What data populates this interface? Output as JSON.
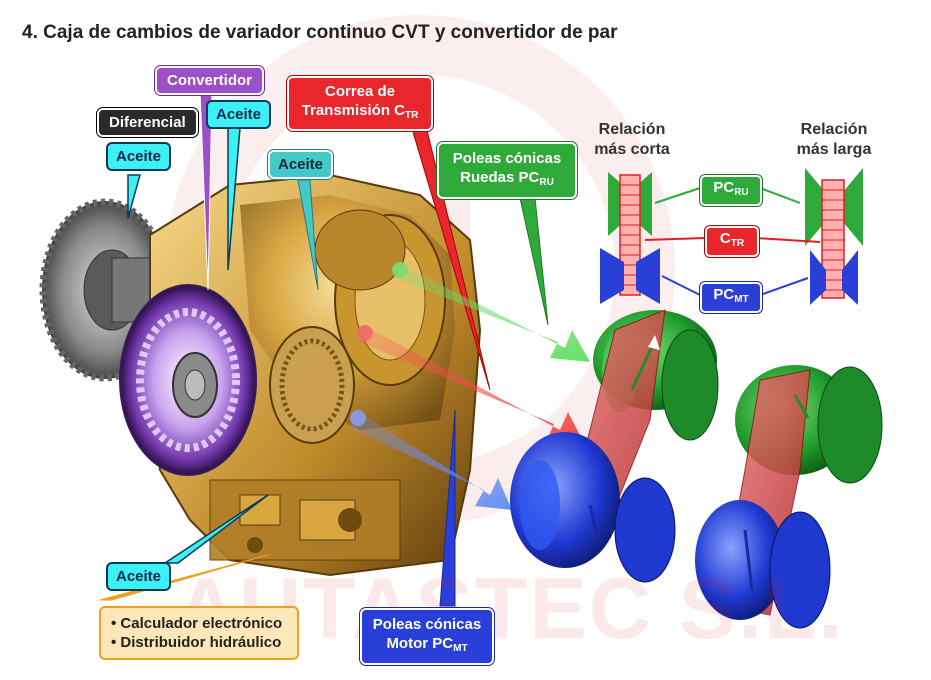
{
  "title": "4. Caja de cambios de variador continuo CVT y convertidor de par",
  "watermark": "AUTASTEC S.L.",
  "callouts": {
    "convertidor": "Convertidor",
    "diferencial": "Diferencial",
    "aceite_diferencial": "Aceite",
    "aceite_convertidor": "Aceite",
    "aceite_correa": "Aceite",
    "aceite_bottom": "Aceite",
    "correa_line1": "Correa de",
    "correa_line2": "Transmisión C",
    "correa_sub": "TR",
    "poleas_ruedas_line1": "Poleas cónicas",
    "poleas_ruedas_line2": "Ruedas PC",
    "poleas_ruedas_sub": "RU",
    "poleas_motor_line1": "Poleas cónicas",
    "poleas_motor_line2": "Motor PC",
    "poleas_motor_sub": "MT",
    "calculador_line1": "• Calculador electrónico",
    "calculador_line2": "• Distribuidor hidráulico"
  },
  "relation": {
    "corta_line1": "Relación",
    "corta_line2": "más corta",
    "larga_line1": "Relación",
    "larga_line2": "más larga"
  },
  "legend": {
    "pc_ru": "PC",
    "pc_ru_sub": "RU",
    "c_tr": "C",
    "c_tr_sub": "TR",
    "pc_mt": "PC",
    "pc_mt_sub": "MT"
  },
  "colors": {
    "green": "#2faa3a",
    "red": "#e8262c",
    "blue": "#2a3fd8",
    "cyan": "#3df0f5",
    "purple": "#9b4fc9",
    "gold": "#d9a640"
  }
}
